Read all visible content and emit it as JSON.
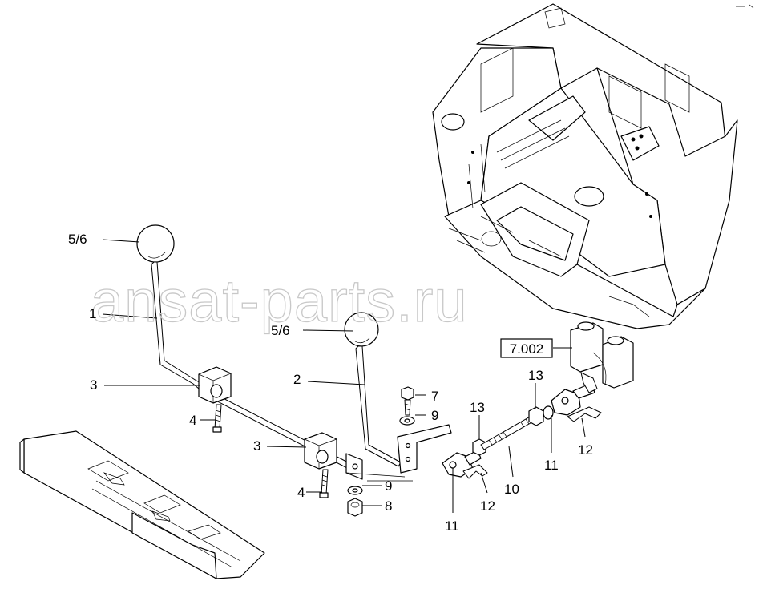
{
  "watermark": "ansat-parts.ru",
  "reference_box": "7.002",
  "callouts": {
    "c_5_6_a": "5/6",
    "c_1": "1",
    "c_5_6_b": "5/6",
    "c_2": "2",
    "c_3_a": "3",
    "c_4_a": "4",
    "c_3_b": "3",
    "c_4_b": "4",
    "c_7": "7",
    "c_9_a": "9",
    "c_9_b": "9",
    "c_8": "8",
    "c_13_a": "13",
    "c_13_b": "13",
    "c_10": "10",
    "c_11_a": "11",
    "c_11_b": "11",
    "c_12_a": "12",
    "c_12_b": "12"
  }
}
